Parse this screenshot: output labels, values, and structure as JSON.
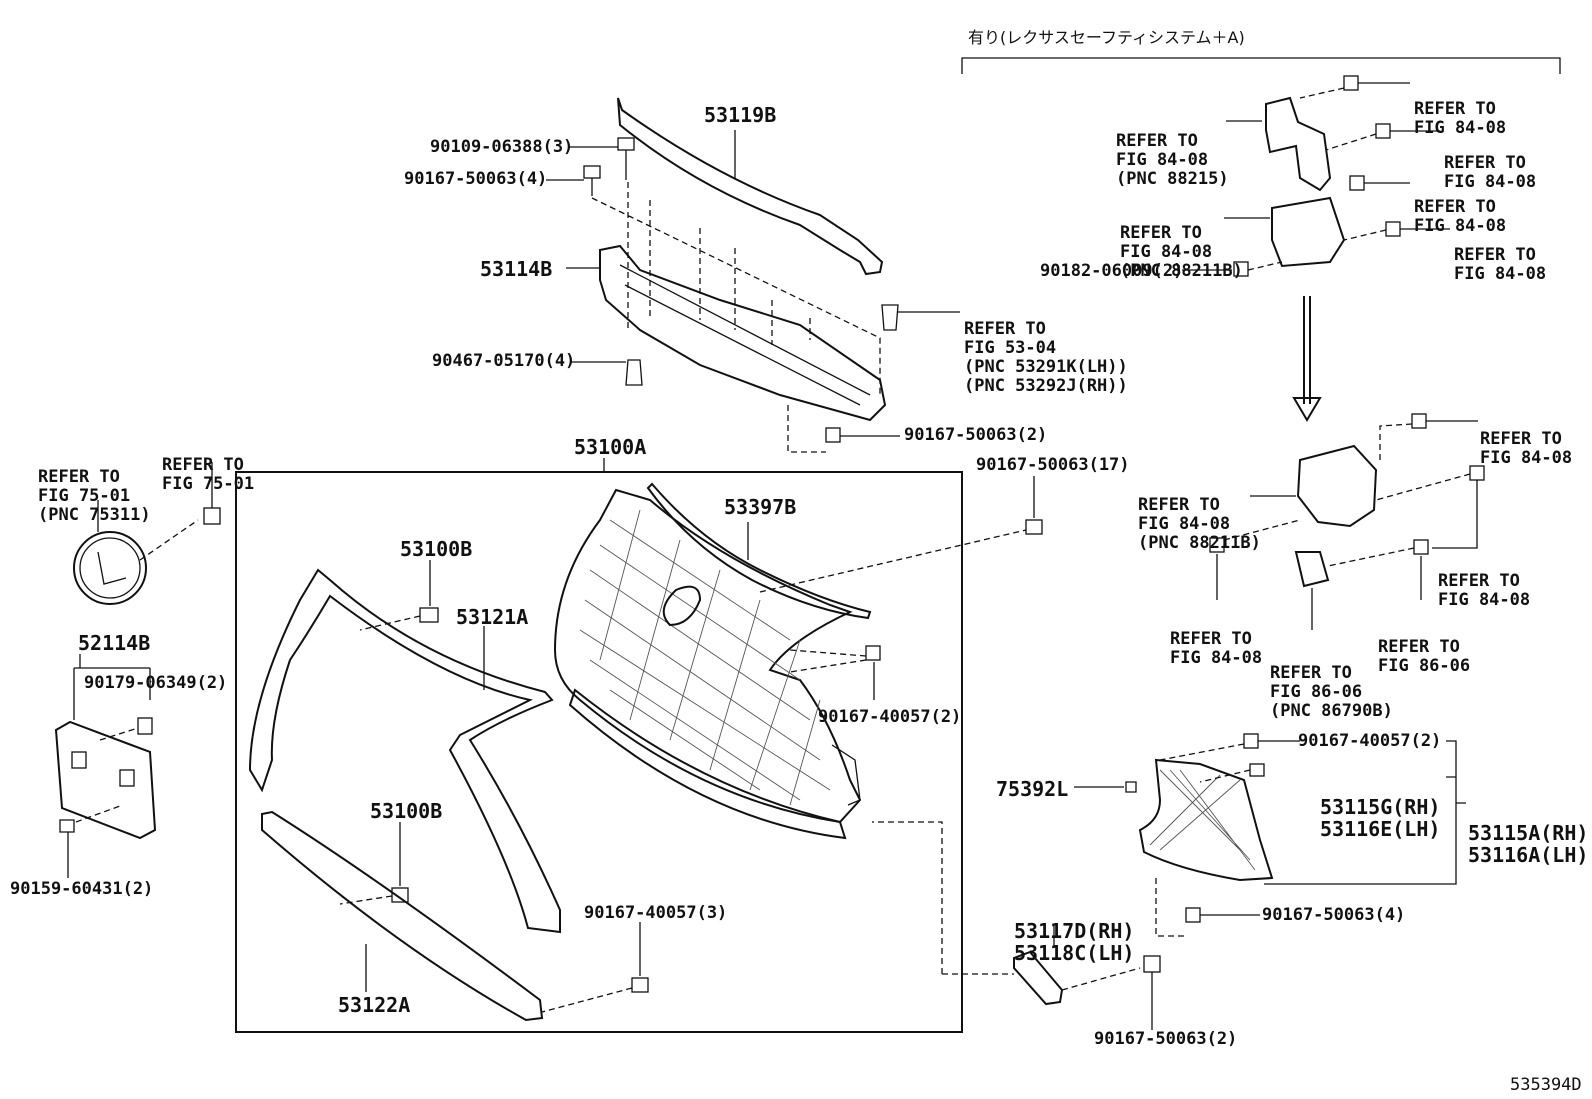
{
  "header": {
    "japanese_note": "有り(レクサスセーフティシステム＋A)"
  },
  "footer": {
    "diagram_id": "535394D"
  },
  "labels": {
    "p53119B": "53119B",
    "p90109": "90109-06388(3)",
    "p90167_4_top": "90167-50063(4)",
    "p53114B": "53114B",
    "p90467": "90467-05170(4)",
    "ref_53_04": [
      "REFER TO",
      "FIG 53-04",
      "(PNC 53291K(LH))",
      "(PNC 53292J(RH))"
    ],
    "p90167_2_mid": "90167-50063(2)",
    "p53100A": "53100A",
    "ref_75_left": [
      "REFER TO",
      "FIG 75-01",
      "(PNC 75311)"
    ],
    "ref_75_right": [
      "REFER TO",
      "FIG 75-01"
    ],
    "p53100B_a": "53100B",
    "p53121A": "53121A",
    "p53397B": "53397B",
    "p90167_17": "90167-50063(17)",
    "p52114B": "52114B",
    "p90179": "90179-06349(2)",
    "p90167_40057_2": "90167-40057(2)",
    "p53100B_b": "53100B",
    "p90159": "90159-60431(2)",
    "p90167_40057_3": "90167-40057(3)",
    "p53122A": "53122A",
    "p53117_18": [
      "53117D(RH)",
      "53118C(LH)"
    ],
    "p90167_2_bottom": "90167-50063(2)",
    "ref_84_88215": [
      "REFER TO",
      "FIG 84-08",
      "(PNC 88215)"
    ],
    "ref_84_a": [
      "REFER TO",
      "FIG 84-08"
    ],
    "ref_84_b": [
      "REFER TO",
      "FIG 84-08"
    ],
    "ref_84_c": [
      "REFER TO",
      "FIG 84-08"
    ],
    "ref_84_88211B_top": [
      "REFER TO",
      "FIG 84-08",
      "(PNC 88211B)"
    ],
    "ref_84_d": [
      "REFER TO",
      "FIG 84-08"
    ],
    "p90182": "90182-06009(2)",
    "ref_84_e": [
      "REFER TO",
      "FIG 84-08"
    ],
    "ref_84_88211B_bot": [
      "REFER TO",
      "FIG 84-08",
      "(PNC 88211B)"
    ],
    "ref_84_f": [
      "REFER TO",
      "FIG 84-08"
    ],
    "ref_84_g": [
      "REFER TO",
      "FIG 84-08"
    ],
    "ref_86_06_pnc": [
      "REFER TO",
      "FIG 86-06",
      "(PNC 86790B)"
    ],
    "ref_86_06": [
      "REFER TO",
      "FIG 86-06"
    ],
    "p90167_40057_2_r": "90167-40057(2)",
    "p53115G_16E": [
      "53115G(RH)",
      "53116E(LH)"
    ],
    "p53115A_16A": [
      "53115A(RH)",
      "53116A(LH)"
    ],
    "p75392L": "75392L",
    "p90167_4_r": "90167-50063(4)"
  }
}
